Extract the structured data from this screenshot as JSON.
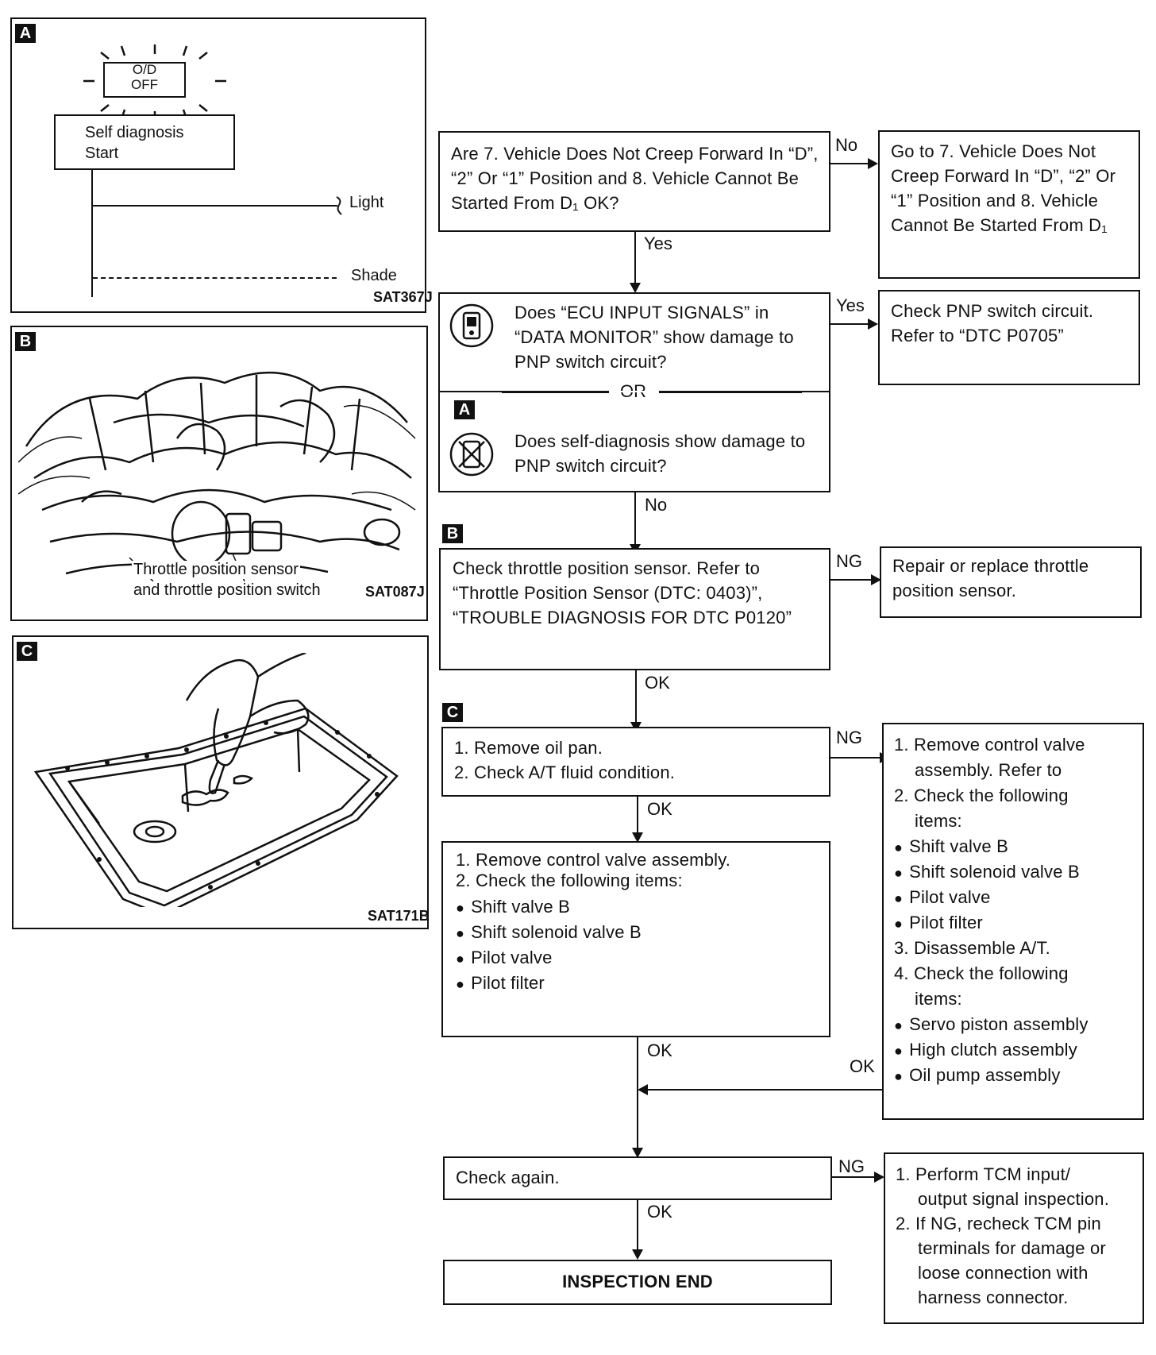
{
  "panelA": {
    "tag": "A",
    "indicator_label": "O/D\nOFF",
    "box_label": "Self diagnosis\nStart",
    "light_label": "Light",
    "shade_label": "Shade",
    "ref": "SAT367J"
  },
  "panelB": {
    "tag": "B",
    "caption_line1": "Throttle position sensor",
    "caption_line2": "and throttle position switch",
    "ref": "SAT087J"
  },
  "panelC": {
    "tag": "C",
    "ref": "SAT171B"
  },
  "flow": {
    "q1": "Are 7. Vehicle Does Not Creep Forward In “D”, “2” Or “1” Position and 8. Vehicle Cannot Be Started From D₁ OK?",
    "q1_no": "No",
    "q1_yes": "Yes",
    "goto7": "Go to 7. Vehicle Does Not Creep Forward In “D”, “2” Or “1” Position and 8. Vehicle Cannot Be Started From D₁",
    "q2_top": "Does “ECU INPUT SIGNALS” in “DATA MONITOR” show damage to PNP switch circuit?",
    "q2_or": "OR",
    "q2_tag": "A",
    "q2_bottom": "Does self-diagnosis show damage to PNP switch circuit?",
    "q2_yes": "Yes",
    "q2_no": "No",
    "pnp": "Check PNP switch circuit. Refer to “DTC P0705”",
    "tps_tag": "B",
    "tps": "Check throttle position sensor. Refer to “Throttle Position Sensor (DTC: 0403)”, “TROUBLE DIAGNOSIS FOR DTC P0120”",
    "tps_ng": "NG",
    "tps_ok": "OK",
    "tps_repair": "Repair or replace throttle position sensor.",
    "oil_tag": "C",
    "oil_1": "1. Remove oil pan.",
    "oil_2": "2. Check A/T fluid condition.",
    "oil_ng": "NG",
    "oil_ok": "OK",
    "cv_1": "1. Remove control valve assembly.",
    "cv_2": "2. Check the following items:",
    "cv_items": [
      "Shift valve B",
      "Shift solenoid valve B",
      "Pilot valve",
      "Pilot filter"
    ],
    "cv_ok": "OK",
    "right_1a": "1. Remove control valve",
    "right_1b": "assembly. Refer to",
    "right_2a": "2. Check the following",
    "right_2b": "items:",
    "right_items1": [
      "Shift valve B",
      "Shift solenoid valve B",
      "Pilot valve",
      "Pilot filter"
    ],
    "right_3": "3. Disassemble A/T.",
    "right_4a": "4. Check the following",
    "right_4b": "items:",
    "right_items2": [
      "Servo piston assembly",
      "High clutch assembly",
      "Oil pump assembly"
    ],
    "right_ok": "OK",
    "again": "Check again.",
    "again_ng": "NG",
    "again_ok": "OK",
    "tcm_1a": "1. Perform TCM input/",
    "tcm_1b": "output signal inspection.",
    "tcm_2a": "2. If NG, recheck TCM pin",
    "tcm_2b": "terminals for damage or",
    "tcm_2c": "loose connection with",
    "tcm_2d": "harness connector.",
    "end": "INSPECTION END"
  }
}
